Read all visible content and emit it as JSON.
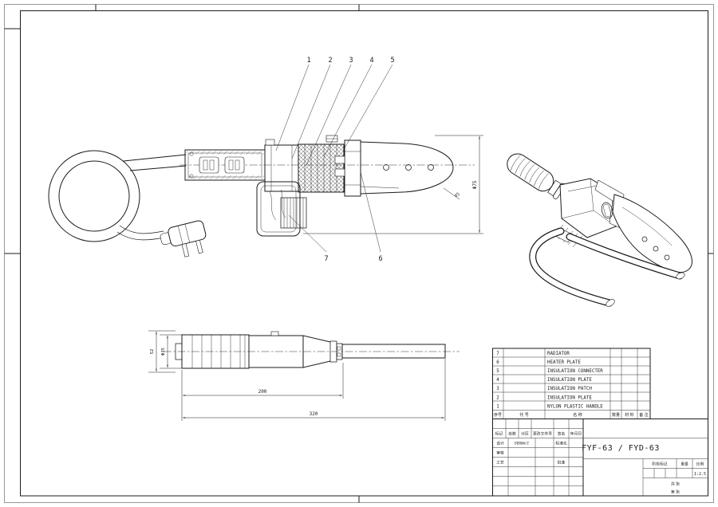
{
  "sheet": {
    "background": "#ffffff",
    "line_color": "#1b1b1b"
  },
  "callouts": {
    "c1": "1",
    "c2": "2",
    "c3": "3",
    "c4": "4",
    "c5": "5",
    "c6": "6",
    "c7": "7"
  },
  "dims": {
    "overall_height": "Φ75",
    "chamfer": "45",
    "handle_length": "200",
    "total_length": "320",
    "handle_dia": "Φ35",
    "body_height": "52"
  },
  "parts_table": {
    "headers": {
      "no": "序号",
      "code": "代 号",
      "name": "名  称",
      "qty": "数量",
      "material": "材 料",
      "remark": "备 注"
    },
    "rows": [
      {
        "no": "7",
        "name": "RADIATOR"
      },
      {
        "no": "6",
        "name": "HEATER PLATE"
      },
      {
        "no": "5",
        "name": "INSULATION CONNECTER"
      },
      {
        "no": "4",
        "name": "INSULATION PLATE"
      },
      {
        "no": "3",
        "name": "INSULATION PATCH"
      },
      {
        "no": "2",
        "name": "INSULATION PLATE"
      },
      {
        "no": "1",
        "name": "NYLON PLASTIC HANDLE"
      }
    ]
  },
  "title_block": {
    "title": "FYF-63 / FYD-63",
    "mark": "标记",
    "count": "处数",
    "zone": "分区",
    "change_doc": "更改文件号",
    "signature": "签名",
    "date": "年月日",
    "design": "设计",
    "designer": "DENGW/Z",
    "check": "审核",
    "process": "工艺",
    "approve": "批准",
    "standardize": "标准化",
    "stage_mark": "阶段标记",
    "weight": "重量",
    "scale_label": "比例",
    "scale_value": "1:2.5",
    "sheets_total": "共 张",
    "sheet_no": "第 张"
  }
}
